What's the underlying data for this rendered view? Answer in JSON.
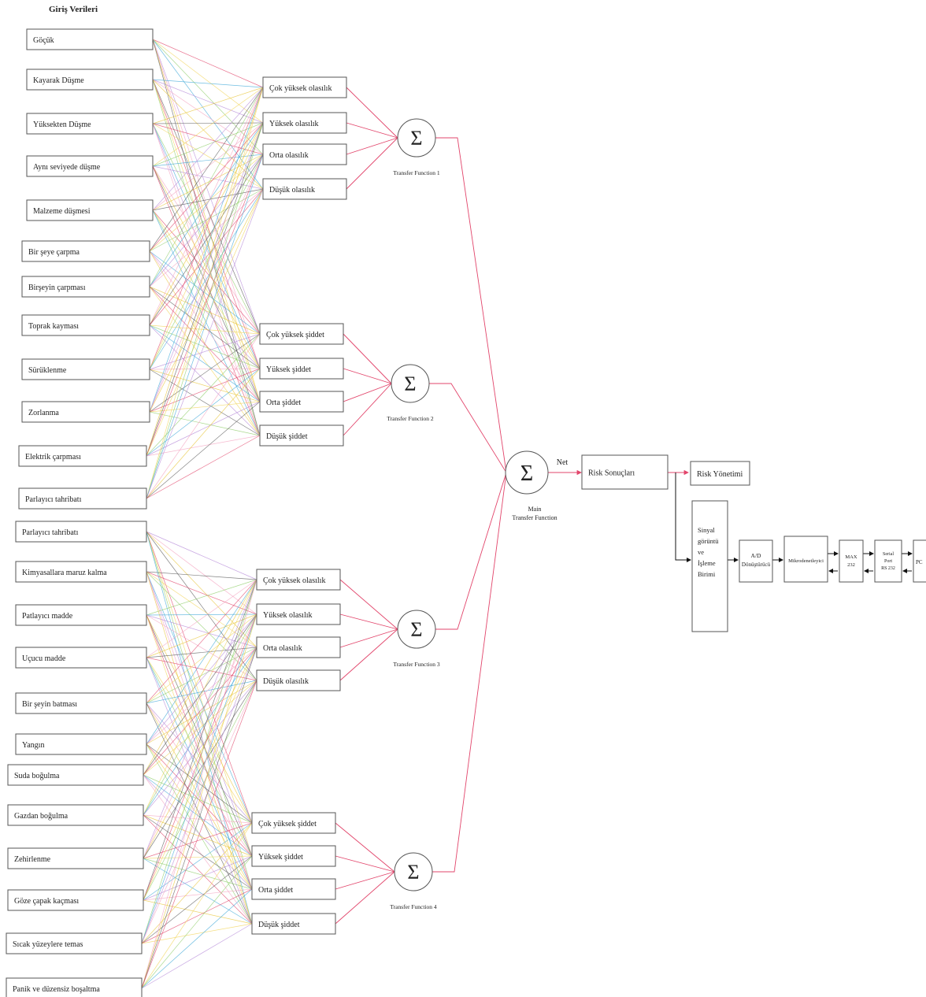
{
  "title": "Giriş Verileri",
  "inputs": [
    "Göçük",
    "Kayarak Düşme",
    "Yüksekten Düşme",
    "Aynı seviyede düşme",
    "Malzeme düşmesi",
    "Bir şeye çarpma",
    "Birşeyin çarpması",
    "Toprak kayması",
    "Sürüklenme",
    "Zorlanma",
    "Elektrik çarpması",
    "Parlayıcı tahribatı",
    "Parlayıcı tahribatı",
    "Kimyasallara maruz kalma",
    "Patlayıcı madde",
    "Uçucu madde",
    "Bir şeyin batması",
    "Yangın",
    "Suda boğulma",
    "Gazdan boğulma",
    "Zehirlenme",
    "Göze çapak kaçması",
    "Sıcak yüzeylere temas",
    "Panik ve düzensiz boşaltma"
  ],
  "hidden": [
    "Çok yüksek olasılık",
    "Yüksek olasılık",
    "Orta olasılık",
    "Düşük olasılık",
    "Çok yüksek şiddet",
    "Yüksek şiddet",
    "Orta şiddet",
    "Düşük şiddet",
    "Çok yüksek olasılık",
    "Yüksek olasılık",
    "Orta olasılık",
    "Düşük olasılık",
    "Çok yüksek şiddet",
    "Yüksek şiddet",
    "Orta şiddet",
    "Düşük şiddet"
  ],
  "sum_symbol": "Σ",
  "transfer_functions": [
    "Transfer Function 1",
    "Transfer Function 2",
    "Transfer Function 3",
    "Transfer Function 4"
  ],
  "main": {
    "line1": "Main",
    "line2": "Transfer Function",
    "net_label": "Net"
  },
  "outputs": {
    "risk_result": "Risk Sonuçları",
    "risk_management": "Risk Yönetimi",
    "signal_unit": [
      "Sinyal",
      "görüntü",
      "ve",
      "İşleme",
      "Birimi"
    ],
    "adc": [
      "A/D",
      "Dönüştürücü"
    ],
    "mcu": "Mikrodenetleyici",
    "max": [
      "MAX",
      "232"
    ],
    "serial": [
      "Serial",
      "Port",
      "RS 232"
    ],
    "pc": "PC"
  },
  "colors": {
    "connection_red": "#e2456b",
    "box_border": "#555555",
    "connection_palette": [
      "#e2456b",
      "#f2d45a",
      "#8fce6a",
      "#3fa8d8",
      "#b58ad8",
      "#f4a3c0",
      "#e8c63a",
      "#5a5a5a"
    ]
  }
}
